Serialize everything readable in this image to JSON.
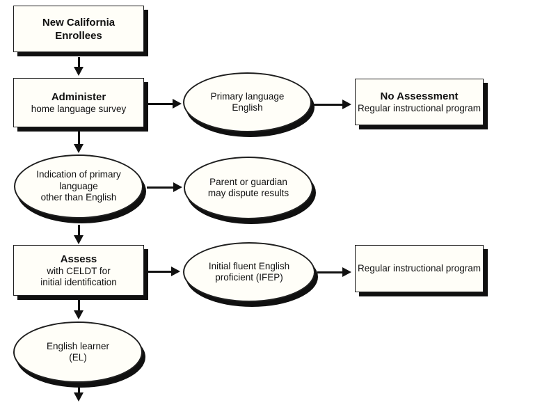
{
  "diagram": {
    "description": "Flowchart of English-language assessment process for new California enrollees",
    "nodes": {
      "new_enrollees": {
        "shape": "box",
        "lines": [
          "New California",
          "Enrollees"
        ]
      },
      "administer": {
        "shape": "box",
        "lines": [
          "Administer",
          "home language survey"
        ]
      },
      "primary_english": {
        "shape": "ellipse",
        "lines": [
          "Primary language",
          "English"
        ]
      },
      "no_assessment": {
        "shape": "box",
        "lines": [
          "No Assessment",
          "Regular instructional program"
        ]
      },
      "indication": {
        "shape": "ellipse",
        "lines": [
          "Indication of primary",
          "language",
          "other than English"
        ]
      },
      "dispute": {
        "shape": "ellipse",
        "lines": [
          "Parent or guardian",
          "may dispute results"
        ]
      },
      "assess": {
        "shape": "box",
        "lines": [
          "Assess",
          "with CELDT for",
          "initial identification"
        ]
      },
      "ifep": {
        "shape": "ellipse",
        "lines": [
          "Initial fluent English",
          "proficient (IFEP)"
        ]
      },
      "regular_program": {
        "shape": "box",
        "lines": [
          "Regular instructional program"
        ]
      },
      "english_learner": {
        "shape": "ellipse",
        "lines": [
          "English learner",
          "(EL)"
        ]
      }
    },
    "edges": [
      "new_enrollees -> administer",
      "administer -> primary_english",
      "primary_english -> no_assessment",
      "administer -> indication",
      "indication -> dispute",
      "indication -> assess",
      "assess -> ifep",
      "ifep -> regular_program",
      "assess -> english_learner",
      "english_learner -> (continues below)"
    ],
    "colors": {
      "background": "#ffffff",
      "node_fill": "#fffef8",
      "node_border": "#1f1f1f",
      "shadow": "#101010",
      "arrow": "#111111",
      "text": "#101010"
    }
  }
}
